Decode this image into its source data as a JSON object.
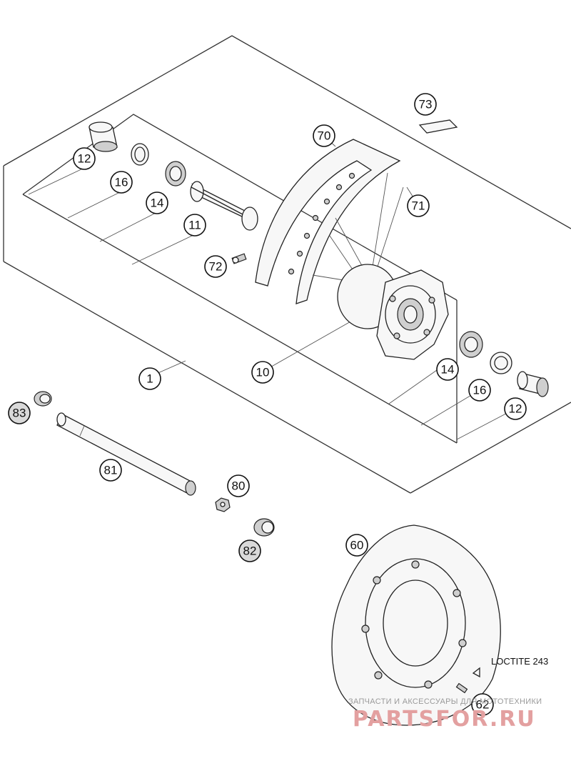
{
  "diagram": {
    "callouts": [
      {
        "id": "c73",
        "label": "73"
      },
      {
        "id": "c70",
        "label": "70"
      },
      {
        "id": "c12a",
        "label": "12"
      },
      {
        "id": "c16a",
        "label": "16"
      },
      {
        "id": "c14a",
        "label": "14"
      },
      {
        "id": "c11",
        "label": "11"
      },
      {
        "id": "c71",
        "label": "71"
      },
      {
        "id": "c72",
        "label": "72"
      },
      {
        "id": "c1",
        "label": "1"
      },
      {
        "id": "c10",
        "label": "10"
      },
      {
        "id": "c14b",
        "label": "14"
      },
      {
        "id": "c16b",
        "label": "16"
      },
      {
        "id": "c12b",
        "label": "12"
      },
      {
        "id": "c83",
        "label": "83"
      },
      {
        "id": "c81",
        "label": "81"
      },
      {
        "id": "c80",
        "label": "80"
      },
      {
        "id": "c82",
        "label": "82"
      },
      {
        "id": "c60",
        "label": "60"
      },
      {
        "id": "c62",
        "label": "62"
      }
    ],
    "note": "LOCTITE 243"
  },
  "watermark": {
    "tagline": "ЗАПЧАСТИ И АКСЕССУАРЫ ДЛЯ МОТОТЕХНИКИ",
    "brand": "PARTSFOR.RU"
  }
}
